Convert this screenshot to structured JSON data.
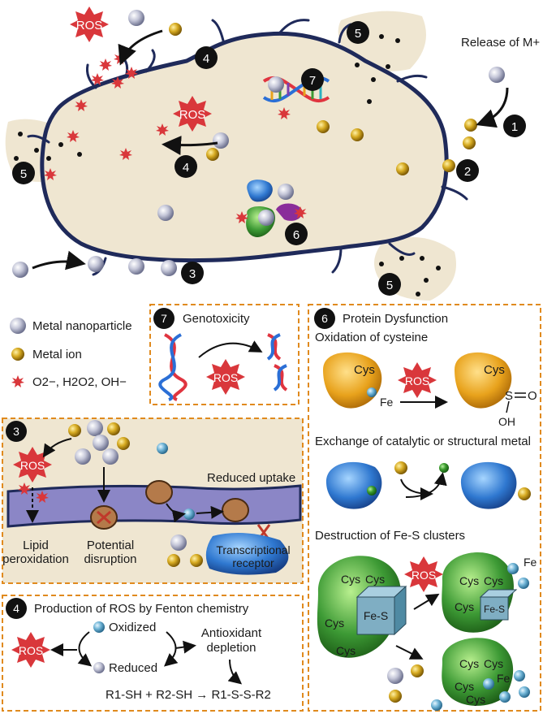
{
  "labels": {
    "ros": "ROS",
    "release": "Release of M+",
    "metal_nanoparticle": "Metal nanoparticle",
    "metal_ion": "Metal ion",
    "ros_species": "O2−, H2O2, OH−",
    "numbers": [
      "1",
      "2",
      "3",
      "4",
      "5",
      "6",
      "7"
    ]
  },
  "panel7": {
    "number": "7",
    "title": "Genotoxicity"
  },
  "panel3": {
    "number": "3",
    "reduced_uptake": "Reduced uptake",
    "lipid_1": "Lipid",
    "lipid_2": "peroxidation",
    "potential_1": "Potential",
    "potential_2": "disruption",
    "receptor_1": "Transcriptional",
    "receptor_2": "receptor"
  },
  "panel4": {
    "number": "4",
    "title": "Production of ROS by Fenton chemistry",
    "oxidized": "Oxidized",
    "reduced": "Reduced",
    "antioxidant_1": "Antioxidant",
    "antioxidant_2": "depletion",
    "equation": "R1-SH + R2-SH → R1-S-S-R2"
  },
  "panel6": {
    "number": "6",
    "title": "Protein Dysfunction",
    "oxidation_title": "Oxidation of cysteine",
    "exchange_title": "Exchange of catalytic or structural metal",
    "destruction_title": "Destruction of Fe-S clusters",
    "cys": "Cys",
    "fe": "Fe",
    "fes": "Fe-S",
    "s": "S",
    "oh": "OH",
    "o": "O"
  },
  "colors": {
    "cell_fill": "#efe6d1",
    "membrane": "#1f2a5a",
    "ros_red": "#d9373b",
    "nanoparticle": "#b9bccf",
    "ion": "#d2a71d",
    "panel_border": "#e08a1e",
    "protein_orange": "#e8a21c",
    "protein_blue": "#2f78d0",
    "protein_green": "#3d9a35",
    "fes_box": "#7faec3",
    "membrane_band": "#8b86c6"
  }
}
